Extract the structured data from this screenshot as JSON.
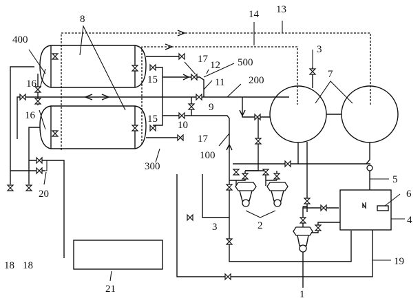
{
  "diagram": {
    "title": "",
    "labels": {
      "l400": "400",
      "l8": "8",
      "l14": "14",
      "l13": "13",
      "l3top": "3",
      "l7": "7",
      "l500": "500",
      "l17a": "17",
      "l12": "12",
      "l11": "11",
      "l200": "200",
      "l16a": "16",
      "l16b": "16",
      "l15a": "15",
      "l15b": "15",
      "l9": "9",
      "l10": "10",
      "l17b": "17",
      "l300": "300",
      "l100": "100",
      "l5": "5",
      "l6": "6",
      "l4": "4",
      "l20": "20",
      "l3mid": "3",
      "l2": "2",
      "l18a": "18",
      "l18b": "18",
      "l21": "21",
      "l1": "1",
      "l19": "19"
    },
    "components": [
      {
        "id": "8",
        "name": "horizontal storage tanks (2)"
      },
      {
        "id": "7",
        "name": "spherical tanks (2)"
      },
      {
        "id": "2",
        "name": "pumps (2)"
      },
      {
        "id": "1",
        "name": "inlet pump"
      },
      {
        "id": "4",
        "name": "control cabinet"
      },
      {
        "id": "21",
        "name": "rectangular unit"
      }
    ]
  }
}
